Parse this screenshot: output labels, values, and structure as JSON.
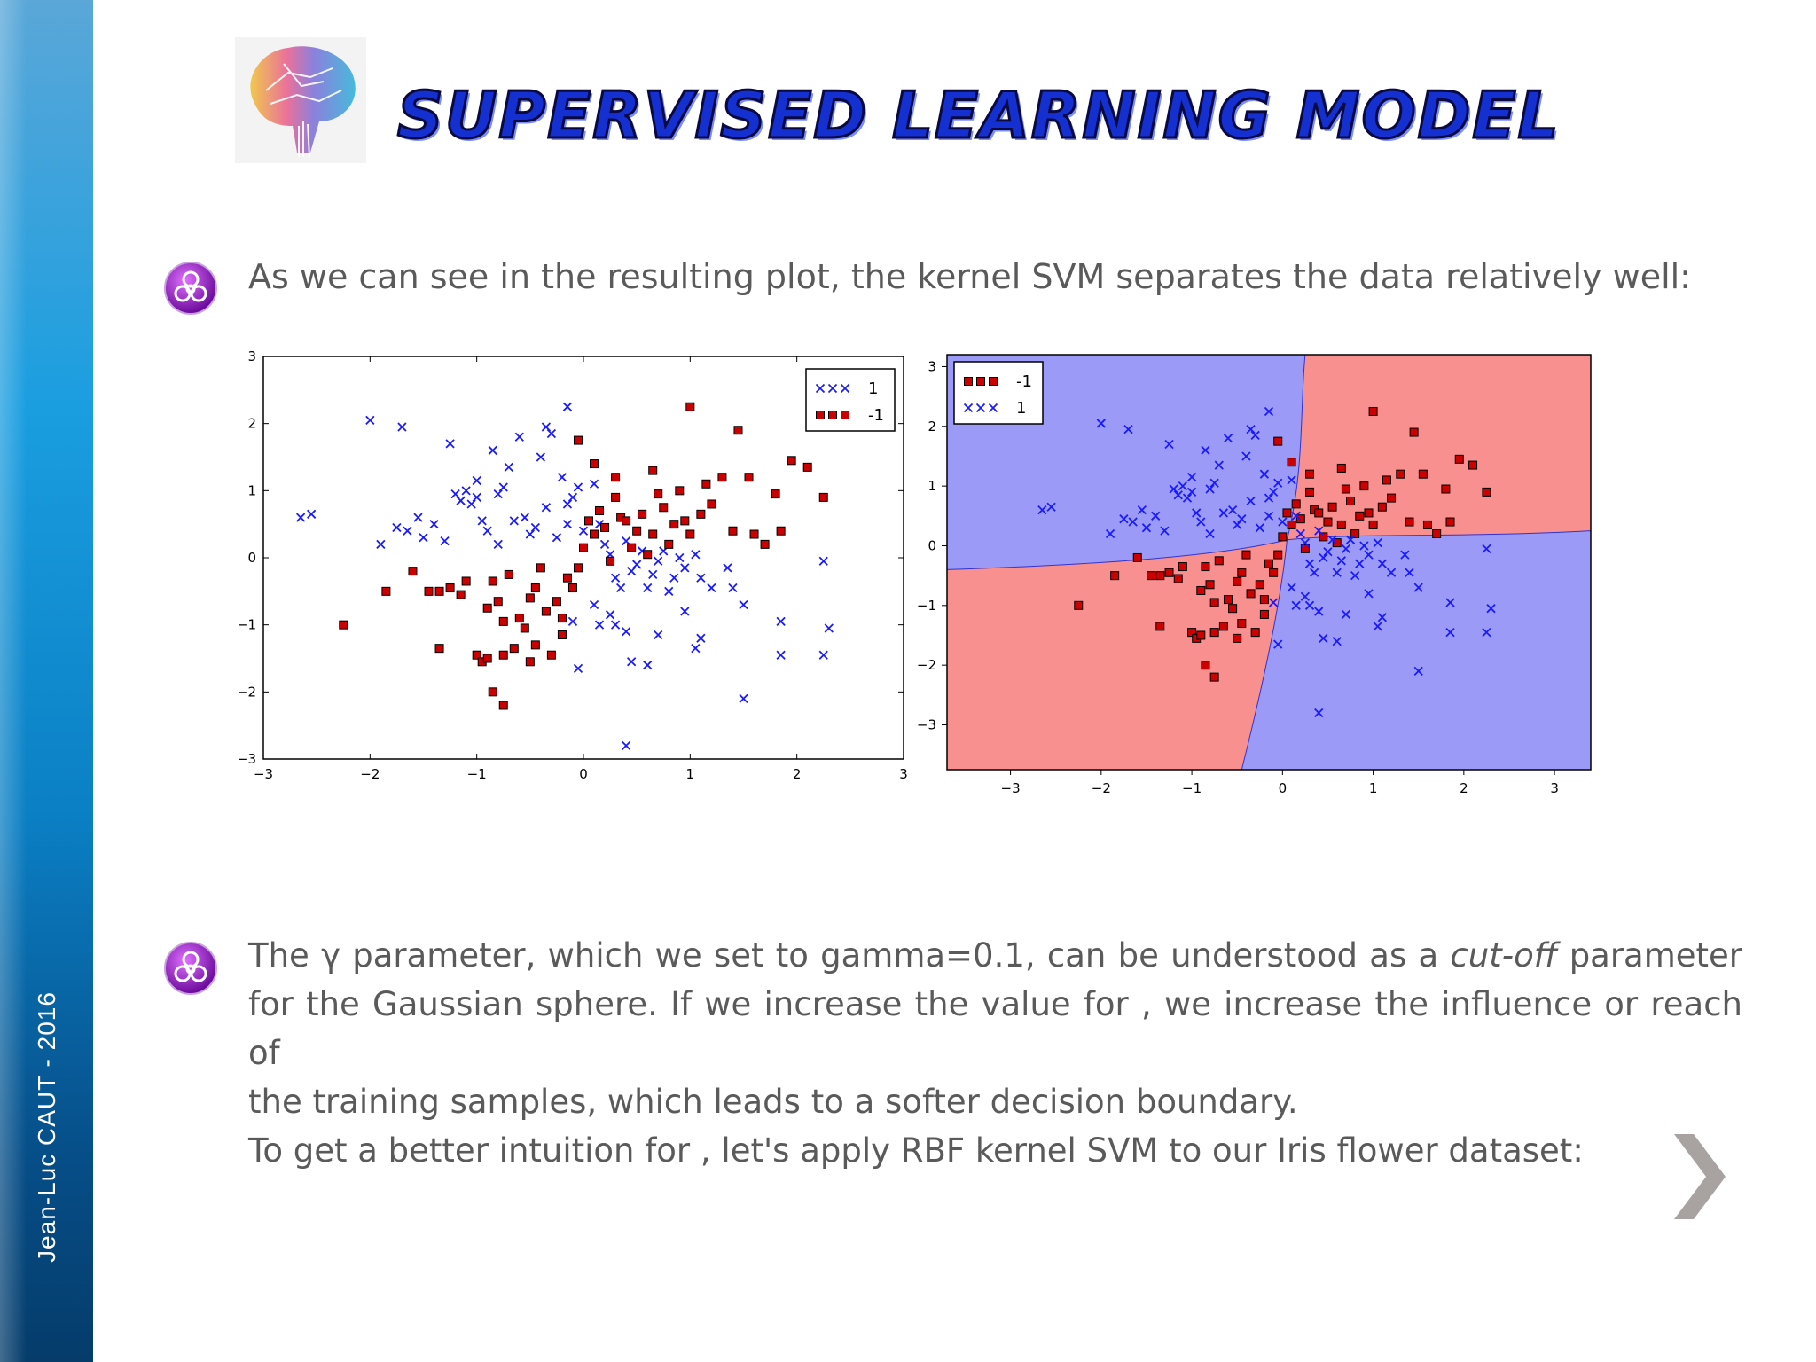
{
  "author": "Jean-Luc CAUT - 2016",
  "title": "Supervised learning model",
  "bullets": {
    "p1": "As we can see in the resulting plot, the kernel SVM separates the data relatively well:",
    "p2_line1_a": "The",
    "p2_gamma": "γ",
    "p2_line1_b": "parameter, which we set to gamma=0.1, can be understood as a",
    "p2_cutoff": "cut-off",
    "p2_line1_c": "parameter",
    "p2_line2": "for the Gaussian sphere. If we increase the value for , we increase the influence or reach of",
    "p2_line3": "the training samples, which leads to a softer decision boundary.",
    "p2_line4": "To get a better intuition for , let's apply RBF kernel SVM to our Iris flower dataset:"
  },
  "colors": {
    "class_pos": "#1a1aff",
    "class_neg": "#cc0000",
    "region_pos": "#9b9bf7",
    "region_neg": "#f89090",
    "title": "#1530d0"
  },
  "icons": {
    "bullet": "biohazard-icon",
    "logo": "brain-circuit-icon",
    "next": "chevron-right-icon"
  },
  "chart_data": [
    {
      "type": "scatter",
      "title": "",
      "xlim": [
        -3,
        3
      ],
      "ylim": [
        -3,
        3
      ],
      "xticks": [
        "−3",
        "−2",
        "−1",
        "0",
        "1",
        "2",
        "3"
      ],
      "yticks": [
        "3",
        "2",
        "1",
        "0",
        "−1",
        "−2",
        "−3"
      ],
      "legend": {
        "placement": "top-right",
        "entries": [
          {
            "label": "1",
            "marker": "x"
          },
          {
            "label": "-1",
            "marker": "square"
          }
        ]
      },
      "series": [
        {
          "name": "1",
          "marker": "x",
          "points": [
            [
              -2.65,
              0.6
            ],
            [
              -2.55,
              0.65
            ],
            [
              -2.0,
              2.05
            ],
            [
              -1.7,
              1.95
            ],
            [
              -1.9,
              0.2
            ],
            [
              -1.75,
              0.45
            ],
            [
              -1.65,
              0.4
            ],
            [
              -1.55,
              0.6
            ],
            [
              -1.5,
              0.3
            ],
            [
              -1.4,
              0.5
            ],
            [
              -1.3,
              0.25
            ],
            [
              -1.25,
              1.7
            ],
            [
              -1.2,
              0.95
            ],
            [
              -1.15,
              0.85
            ],
            [
              -1.1,
              1.0
            ],
            [
              -1.05,
              0.8
            ],
            [
              -1.0,
              1.15
            ],
            [
              -1.0,
              0.9
            ],
            [
              -0.95,
              0.55
            ],
            [
              -0.9,
              0.4
            ],
            [
              -0.85,
              1.6
            ],
            [
              -0.8,
              0.2
            ],
            [
              -0.8,
              0.95
            ],
            [
              -0.75,
              1.05
            ],
            [
              -0.7,
              1.35
            ],
            [
              -0.65,
              0.55
            ],
            [
              -0.6,
              1.8
            ],
            [
              -0.55,
              0.6
            ],
            [
              -0.5,
              0.35
            ],
            [
              -0.45,
              0.45
            ],
            [
              -0.4,
              1.5
            ],
            [
              -0.35,
              0.75
            ],
            [
              -0.35,
              1.95
            ],
            [
              -0.3,
              1.85
            ],
            [
              -0.25,
              0.3
            ],
            [
              -0.2,
              1.2
            ],
            [
              -0.15,
              0.8
            ],
            [
              -0.15,
              0.5
            ],
            [
              -0.1,
              0.9
            ],
            [
              -0.05,
              1.05
            ],
            [
              0.0,
              0.4
            ],
            [
              0.1,
              1.1
            ],
            [
              0.15,
              0.5
            ],
            [
              0.2,
              0.2
            ],
            [
              0.25,
              0.05
            ],
            [
              0.3,
              -0.3
            ],
            [
              0.35,
              -0.45
            ],
            [
              0.4,
              0.25
            ],
            [
              0.45,
              -0.2
            ],
            [
              0.5,
              -0.1
            ],
            [
              0.55,
              0.1
            ],
            [
              0.6,
              -0.45
            ],
            [
              0.65,
              -0.25
            ],
            [
              0.7,
              -0.05
            ],
            [
              0.75,
              0.1
            ],
            [
              0.8,
              -0.5
            ],
            [
              0.85,
              -0.3
            ],
            [
              0.9,
              0.0
            ],
            [
              0.95,
              -0.15
            ],
            [
              1.05,
              0.05
            ],
            [
              1.1,
              -0.3
            ],
            [
              1.2,
              -0.45
            ],
            [
              1.35,
              -0.15
            ],
            [
              1.5,
              -0.7
            ],
            [
              1.4,
              -0.45
            ],
            [
              -0.05,
              -1.65
            ],
            [
              0.3,
              -1.0
            ],
            [
              0.4,
              -1.1
            ],
            [
              0.45,
              -1.55
            ],
            [
              0.6,
              -1.6
            ],
            [
              0.7,
              -1.15
            ],
            [
              1.1,
              -1.2
            ],
            [
              1.05,
              -1.35
            ],
            [
              0.95,
              -0.8
            ],
            [
              -0.1,
              -0.95
            ],
            [
              0.1,
              -0.7
            ],
            [
              0.25,
              -0.85
            ],
            [
              0.15,
              -1.0
            ],
            [
              0.4,
              -2.8
            ],
            [
              1.5,
              -2.1
            ],
            [
              1.85,
              -1.45
            ],
            [
              1.85,
              -0.95
            ],
            [
              2.25,
              -0.05
            ],
            [
              2.3,
              -1.05
            ],
            [
              2.25,
              -1.45
            ],
            [
              -0.15,
              2.25
            ]
          ]
        },
        {
          "name": "-1",
          "marker": "square",
          "points": [
            [
              -2.25,
              -1.0
            ],
            [
              -1.85,
              -0.5
            ],
            [
              -1.6,
              -0.2
            ],
            [
              -1.45,
              -0.5
            ],
            [
              -1.35,
              -0.5
            ],
            [
              -1.35,
              -1.35
            ],
            [
              -1.25,
              -0.45
            ],
            [
              -1.15,
              -0.55
            ],
            [
              -1.1,
              -0.35
            ],
            [
              -1.0,
              -1.45
            ],
            [
              -0.95,
              -1.55
            ],
            [
              -0.9,
              -0.75
            ],
            [
              -0.9,
              -1.5
            ],
            [
              -0.85,
              -0.35
            ],
            [
              -0.8,
              -0.65
            ],
            [
              -0.75,
              -1.45
            ],
            [
              -0.7,
              -0.25
            ],
            [
              -0.65,
              -1.35
            ],
            [
              -0.6,
              -0.9
            ],
            [
              -0.55,
              -1.05
            ],
            [
              -0.5,
              -0.6
            ],
            [
              -0.45,
              -0.45
            ],
            [
              -0.45,
              -1.3
            ],
            [
              -0.4,
              -0.15
            ],
            [
              -0.35,
              -0.8
            ],
            [
              -0.3,
              -1.45
            ],
            [
              -0.25,
              -0.65
            ],
            [
              -0.2,
              -0.9
            ],
            [
              -0.15,
              -0.3
            ],
            [
              -0.1,
              -0.45
            ],
            [
              -0.05,
              -0.15
            ],
            [
              0.0,
              0.15
            ],
            [
              0.05,
              0.55
            ],
            [
              0.1,
              0.35
            ],
            [
              0.15,
              0.7
            ],
            [
              0.2,
              0.45
            ],
            [
              0.25,
              -0.05
            ],
            [
              0.3,
              0.9
            ],
            [
              0.35,
              0.6
            ],
            [
              0.4,
              0.55
            ],
            [
              0.45,
              0.15
            ],
            [
              0.5,
              0.4
            ],
            [
              0.55,
              0.65
            ],
            [
              0.6,
              0.05
            ],
            [
              0.65,
              0.35
            ],
            [
              0.7,
              0.95
            ],
            [
              0.75,
              0.75
            ],
            [
              0.8,
              0.2
            ],
            [
              0.85,
              0.5
            ],
            [
              0.9,
              1.0
            ],
            [
              0.95,
              0.55
            ],
            [
              1.0,
              0.35
            ],
            [
              1.1,
              0.65
            ],
            [
              1.15,
              1.1
            ],
            [
              1.2,
              0.8
            ],
            [
              1.3,
              1.2
            ],
            [
              1.4,
              0.4
            ],
            [
              1.45,
              1.9
            ],
            [
              1.55,
              1.2
            ],
            [
              1.6,
              0.35
            ],
            [
              1.7,
              0.2
            ],
            [
              1.8,
              0.95
            ],
            [
              1.85,
              0.4
            ],
            [
              1.95,
              1.45
            ],
            [
              2.1,
              1.35
            ],
            [
              2.25,
              0.9
            ],
            [
              -0.05,
              1.75
            ],
            [
              0.1,
              1.4
            ],
            [
              0.3,
              1.2
            ],
            [
              0.65,
              1.3
            ],
            [
              1.0,
              2.25
            ],
            [
              -0.75,
              -2.2
            ],
            [
              -0.85,
              -2.0
            ],
            [
              -0.5,
              -1.55
            ],
            [
              -0.2,
              -1.15
            ],
            [
              -0.75,
              -0.95
            ]
          ]
        }
      ]
    },
    {
      "type": "scatter",
      "title": "",
      "xlim": [
        -3.7,
        3.4
      ],
      "ylim": [
        -3.75,
        3.2
      ],
      "xticks": [
        "−3",
        "−2",
        "−1",
        "0",
        "1",
        "2",
        "3"
      ],
      "yticks": [
        "3",
        "2",
        "1",
        "0",
        "−1",
        "−2",
        "−3"
      ],
      "regions": [
        {
          "class": "1",
          "color": "#9b9bf7",
          "quadrants": [
            "top-left",
            "bottom-right"
          ]
        },
        {
          "class": "-1",
          "color": "#f89090",
          "quadrants": [
            "top-right",
            "bottom-left"
          ]
        }
      ],
      "legend": {
        "placement": "top-left",
        "entries": [
          {
            "label": "-1",
            "marker": "square"
          },
          {
            "label": "1",
            "marker": "x"
          }
        ]
      },
      "series": [
        {
          "name": "-1",
          "marker": "square",
          "same_points_as_chart": 0
        },
        {
          "name": "1",
          "marker": "x",
          "same_points_as_chart": 0
        }
      ]
    }
  ]
}
